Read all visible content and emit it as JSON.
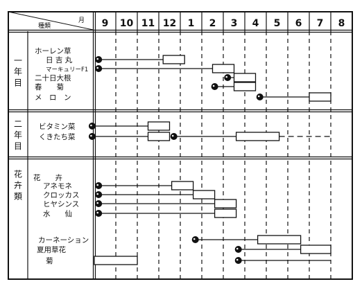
{
  "header": {
    "corner_top": "月",
    "corner_bottom": "種類",
    "months": [
      "9",
      "10",
      "11",
      "12",
      "1",
      "2",
      "3",
      "4",
      "5",
      "6",
      "7",
      "8"
    ]
  },
  "sections": [
    {
      "label_chars": [
        "一",
        "年",
        "目"
      ]
    },
    {
      "label_chars": [
        "二",
        "年",
        "目"
      ]
    },
    {
      "label_chars": [
        "花",
        "卉",
        "類"
      ]
    }
  ],
  "crops": [
    {
      "id": "c1",
      "label": "ホーレン草"
    },
    {
      "id": "c2",
      "label": "日 吉 丸"
    },
    {
      "id": "c3",
      "label": "マーキュリーF1"
    },
    {
      "id": "c4",
      "label": "二十日大根"
    },
    {
      "id": "c5",
      "label": "春　　菊"
    },
    {
      "id": "c6",
      "label": "メ　ロ　ン"
    },
    {
      "id": "c7",
      "label": "ビタミン菜"
    },
    {
      "id": "c8",
      "label": "くきたち菜"
    },
    {
      "id": "c9",
      "label": "花　　卉"
    },
    {
      "id": "c10",
      "label": "アネモネ"
    },
    {
      "id": "c11",
      "label": "クロッカス"
    },
    {
      "id": "c12",
      "label": "ヒヤシンス"
    },
    {
      "id": "c13",
      "label": "水　　仙"
    },
    {
      "id": "c14",
      "label": "カーネーション"
    },
    {
      "id": "c15",
      "label": "夏用草花"
    },
    {
      "id": "c16",
      "label": "菊"
    }
  ],
  "schedule": [
    {
      "crop": "c2",
      "sow_month": 9.2,
      "grow_end": 12.2,
      "harvest_start": 12.2,
      "harvest_end": 13.2
    },
    {
      "crop": "c3",
      "sow_month": 9.2,
      "grow_end": 14.5,
      "harvest_start": 14.5,
      "harvest_end": 15.5
    },
    {
      "crop": "c4",
      "sow_month": 15.2,
      "grow_end": 15.5,
      "harvest_start": 15.5,
      "harvest_end": 16.5
    },
    {
      "crop": "c5",
      "sow_month": 14.6,
      "grow_end": 15.5,
      "harvest_start": 15.5,
      "harvest_end": 16.5
    },
    {
      "crop": "c6",
      "sow_month": 16.7,
      "grow_end": 19.0,
      "harvest_start": 19.0,
      "harvest_end": 20.0
    },
    {
      "crop": "c7",
      "sow_month": 8.9,
      "grow_end": 11.5,
      "harvest_start": 11.5,
      "harvest_end": 12.5
    },
    {
      "crop": "c8",
      "sow_month": 8.9,
      "grow_end": 11.5,
      "harvest_start": 11.5,
      "harvest_end": 12.5
    },
    {
      "crop": "c8",
      "sow_month": 12.7,
      "grow_end": 15.6,
      "harvest_start": 15.6,
      "harvest_end": 17.6,
      "dash_end": 20.0
    },
    {
      "crop": "c10",
      "sow_month": 9.2,
      "grow_end": 12.6,
      "harvest_start": 12.6,
      "harvest_end": 13.6
    },
    {
      "crop": "c11",
      "sow_month": 9.2,
      "grow_end": 13.6,
      "harvest_start": 13.6,
      "harvest_end": 14.6
    },
    {
      "crop": "c12",
      "sow_month": 9.2,
      "grow_end": 14.6,
      "harvest_start": 14.6,
      "harvest_end": 15.6
    },
    {
      "crop": "c13",
      "sow_month": 9.2,
      "grow_end": 14.6,
      "harvest_start": 14.6,
      "harvest_end": 15.6
    },
    {
      "crop": "c14",
      "sow_month": 13.7,
      "grow_end": 16.6,
      "harvest_start": 16.6,
      "harvest_end": 18.6
    },
    {
      "crop": "c15",
      "sow_month": 15.7,
      "grow_end": 18.6,
      "harvest_start": 18.6,
      "harvest_end": 20.0
    },
    {
      "crop": "c16",
      "sow_month": 15.7,
      "grow_end": 20.0,
      "harvest_start": 20.0,
      "harvest_end": 20.0
    },
    {
      "crop": "c16",
      "sow_month": null,
      "grow_end": 9.0,
      "harvest_start": 9.0,
      "harvest_end": 11.0,
      "lead_from": 9.0
    }
  ]
}
